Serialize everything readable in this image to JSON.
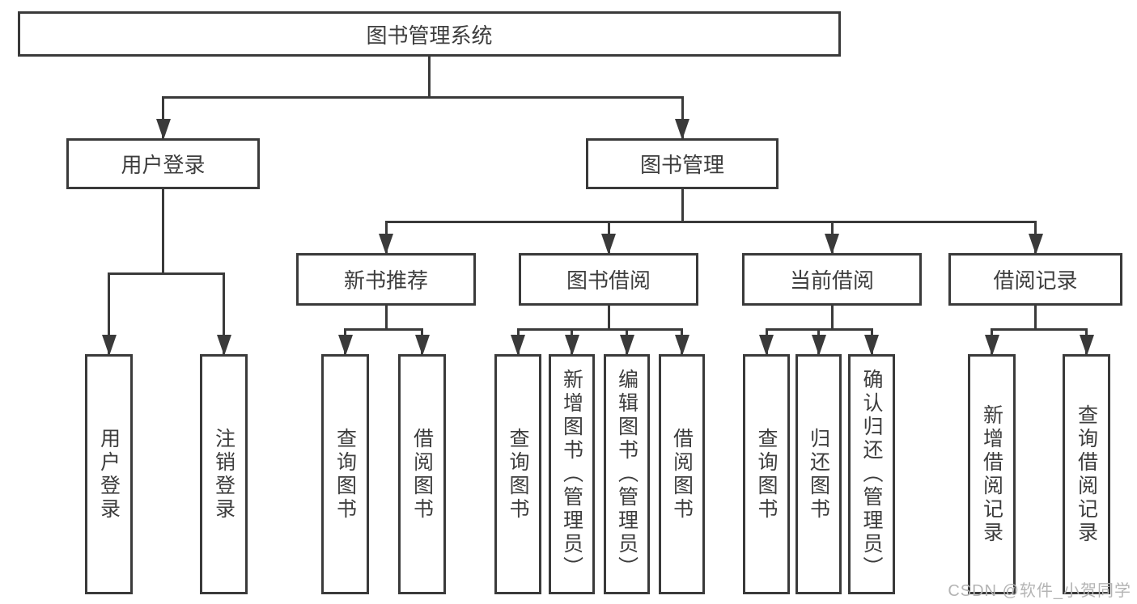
{
  "diagram": {
    "title": "图书管理系统",
    "watermark": "CSDN @软件_小贺同学",
    "colors": {
      "line": "#3a3a3a",
      "box_border": "#3a3a3a",
      "box_fill": "#ffffff",
      "text": "#3d3d3d",
      "watermark": "#b4b4b4",
      "background": "#ffffff"
    },
    "nodes": [
      {
        "id": "root",
        "label": "图书管理系统",
        "level": 1,
        "parent": null,
        "text_direction": "horizontal"
      },
      {
        "id": "user-login",
        "label": "用户登录",
        "level": 2,
        "parent": "root",
        "text_direction": "horizontal"
      },
      {
        "id": "book-mgmt",
        "label": "图书管理",
        "level": 2,
        "parent": "root",
        "text_direction": "horizontal"
      },
      {
        "id": "new-book-rec",
        "label": "新书推荐",
        "level": 3,
        "parent": "book-mgmt",
        "text_direction": "horizontal"
      },
      {
        "id": "book-borrow",
        "label": "图书借阅",
        "level": 3,
        "parent": "book-mgmt",
        "text_direction": "horizontal"
      },
      {
        "id": "current-borrow",
        "label": "当前借阅",
        "level": 3,
        "parent": "book-mgmt",
        "text_direction": "horizontal"
      },
      {
        "id": "borrow-records",
        "label": "借阅记录",
        "level": 3,
        "parent": "book-mgmt",
        "text_direction": "horizontal"
      },
      {
        "id": "leaf-login",
        "label": "用户登录",
        "level": 4,
        "parent": "user-login",
        "text_direction": "vertical"
      },
      {
        "id": "leaf-logout",
        "label": "注销登录",
        "level": 4,
        "parent": "user-login",
        "text_direction": "vertical"
      },
      {
        "id": "nb-query",
        "label": "查询图书",
        "level": 4,
        "parent": "new-book-rec",
        "text_direction": "vertical"
      },
      {
        "id": "nb-borrow",
        "label": "借阅图书",
        "level": 4,
        "parent": "new-book-rec",
        "text_direction": "vertical"
      },
      {
        "id": "bb-query",
        "label": "查询图书",
        "level": 4,
        "parent": "book-borrow",
        "text_direction": "vertical"
      },
      {
        "id": "bb-add",
        "label": "新增图书（管理员）",
        "level": 4,
        "parent": "book-borrow",
        "text_direction": "vertical"
      },
      {
        "id": "bb-edit",
        "label": "编辑图书（管理员）",
        "level": 4,
        "parent": "book-borrow",
        "text_direction": "vertical"
      },
      {
        "id": "bb-borrow",
        "label": "借阅图书",
        "level": 4,
        "parent": "book-borrow",
        "text_direction": "vertical"
      },
      {
        "id": "cb-query",
        "label": "查询图书",
        "level": 4,
        "parent": "current-borrow",
        "text_direction": "vertical"
      },
      {
        "id": "cb-return",
        "label": "归还图书",
        "level": 4,
        "parent": "current-borrow",
        "text_direction": "vertical"
      },
      {
        "id": "cb-confirm",
        "label": "确认归还（管理员）",
        "level": 4,
        "parent": "current-borrow",
        "text_direction": "vertical"
      },
      {
        "id": "br-add",
        "label": "新增借阅记录",
        "level": 4,
        "parent": "borrow-records",
        "text_direction": "vertical"
      },
      {
        "id": "br-query",
        "label": "查询借阅记录",
        "level": 4,
        "parent": "borrow-records",
        "text_direction": "vertical"
      }
    ]
  }
}
